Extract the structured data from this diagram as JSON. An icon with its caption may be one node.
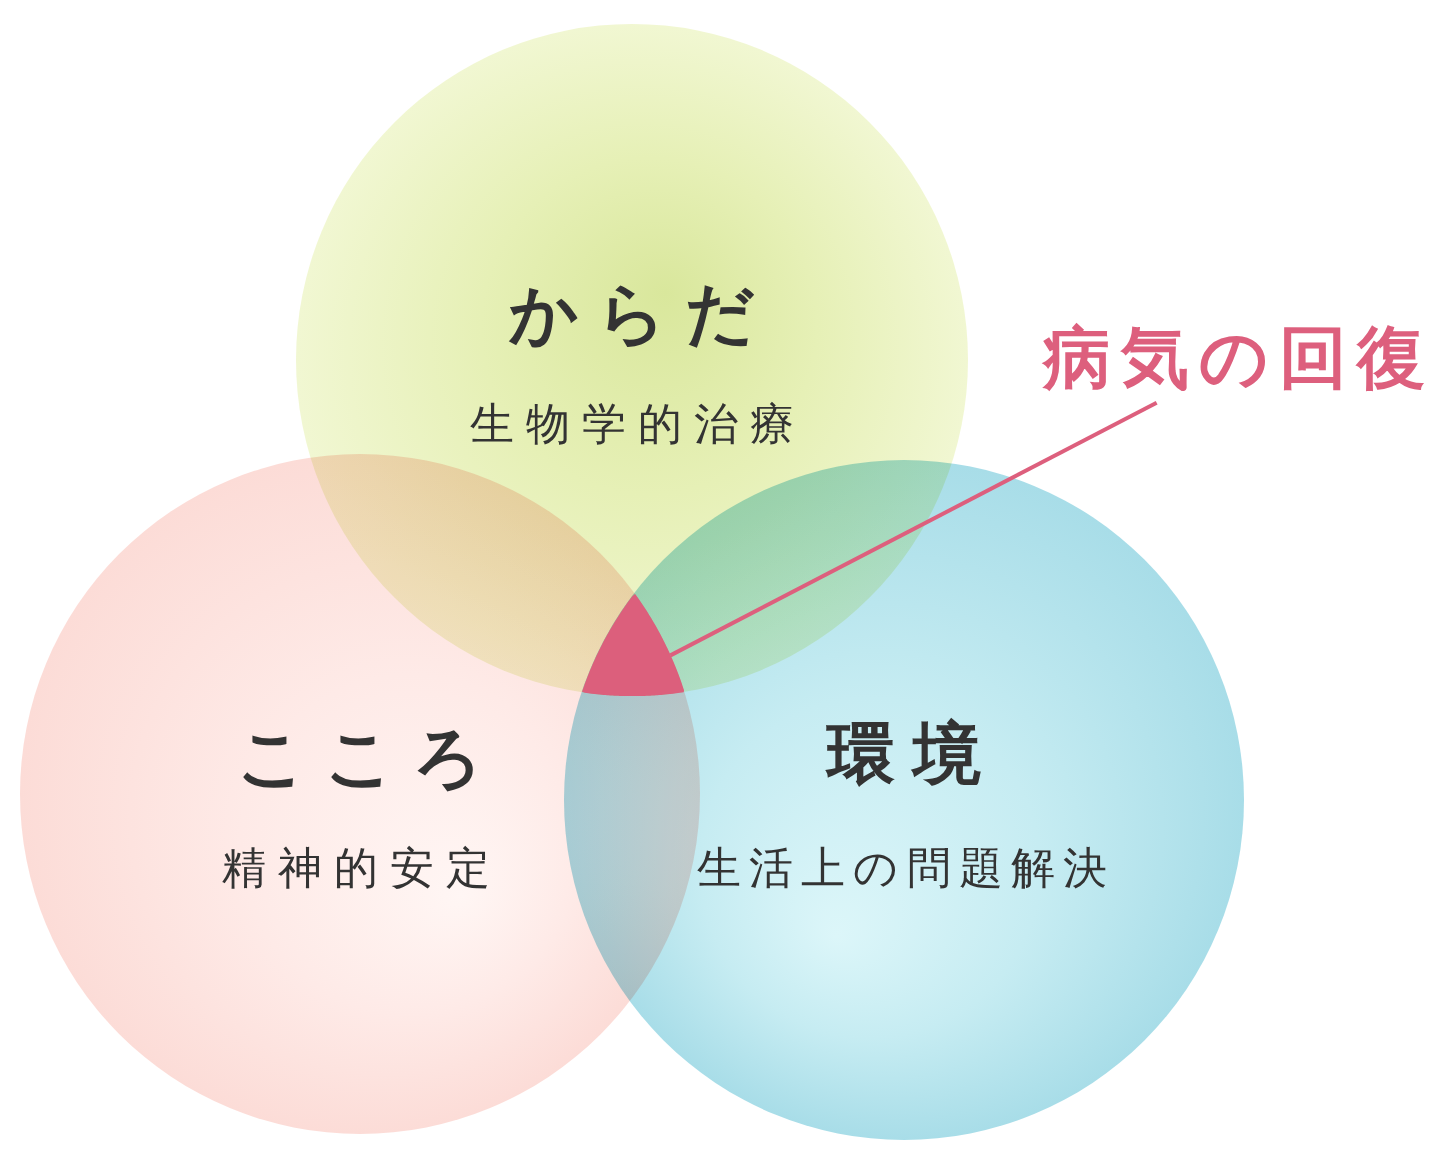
{
  "diagram": {
    "nodes": [
      {
        "text": [
          "からだ",
          "生物学的治療"
        ]
      },
      {
        "text": [
          "病気の回復"
        ]
      },
      {
        "text": [
          "こころ",
          "精神的安定"
        ]
      },
      {
        "text": [
          "環境",
          "生活上の問題解決"
        ]
      },
      {
        "text": [],
        "shape": "triangle"
      }
    ],
    "edges": [
      {
        "from": 1,
        "to": 4,
        "arrow": "none"
      }
    ]
  }
}
